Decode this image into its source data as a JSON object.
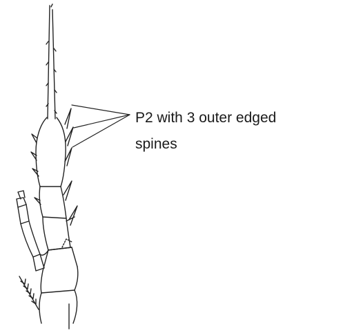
{
  "figure": {
    "subject": "P2 swimming leg with 3 outer edge spines",
    "callout": {
      "line1": "P2 with 3 outer edged",
      "line2": "spines"
    }
  }
}
